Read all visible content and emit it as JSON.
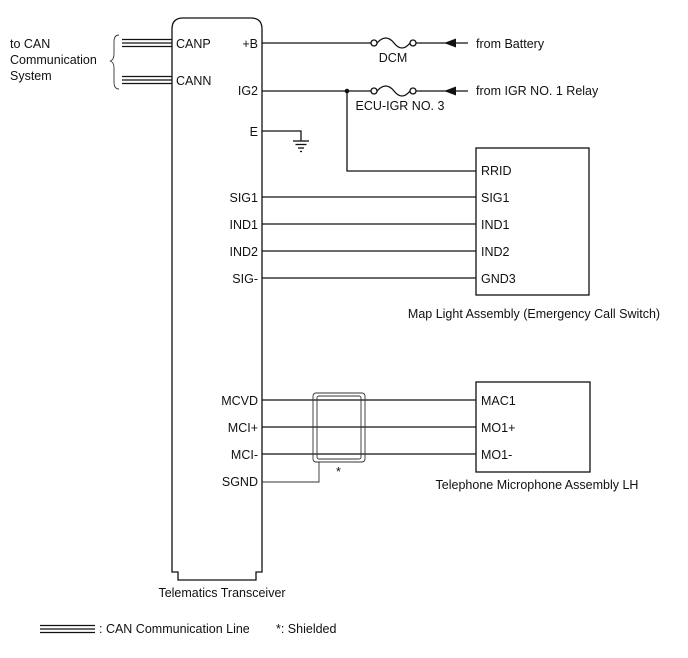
{
  "can_system": {
    "line1": "to CAN",
    "line2": "Communication",
    "line3": "System"
  },
  "transceiver": {
    "title": "Telematics Transceiver",
    "pins": {
      "canp": "CANP",
      "cann": "CANN",
      "plus_b": "+B",
      "ig2": "IG2",
      "e": "E",
      "sig1": "SIG1",
      "ind1": "IND1",
      "ind2": "IND2",
      "sig_minus": "SIG-",
      "mcvd": "MCVD",
      "mci_plus": "MCI+",
      "mci_minus": "MCI-",
      "sgnd": "SGND"
    }
  },
  "fuses": {
    "dcm": "DCM",
    "ecu_igr": "ECU-IGR NO. 3"
  },
  "sources": {
    "battery": "from Battery",
    "igr_relay": "from IGR NO. 1 Relay"
  },
  "map_light": {
    "title": "Map Light Assembly (Emergency Call Switch)",
    "pins": {
      "rrid": "RRID",
      "sig1": "SIG1",
      "ind1": "IND1",
      "ind2": "IND2",
      "gnd3": "GND3"
    }
  },
  "microphone": {
    "title": "Telephone Microphone Assembly LH",
    "pins": {
      "mac1": "MAC1",
      "mo1_plus": "MO1+",
      "mo1_minus": "MO1-"
    }
  },
  "shield_mark": "*",
  "legend": {
    "can_line": ": CAN Communication Line",
    "shielded": "*: Shielded"
  }
}
